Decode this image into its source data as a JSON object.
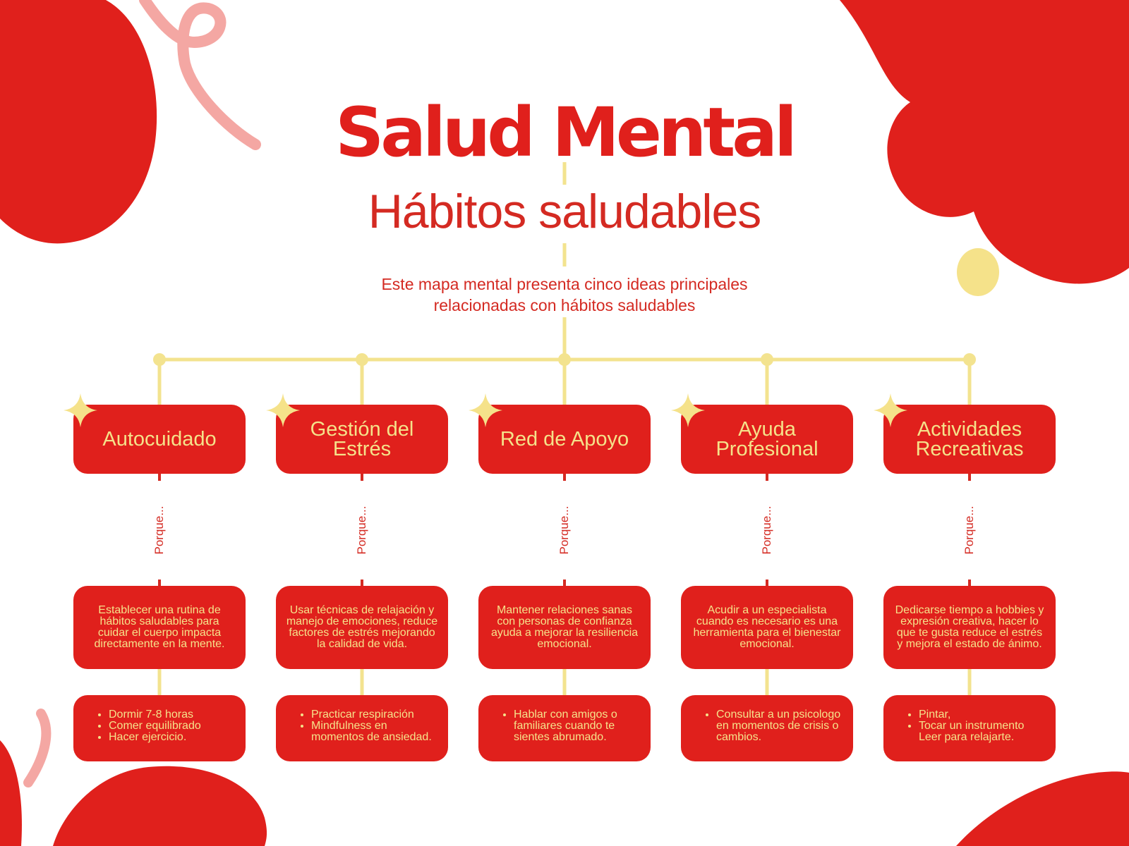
{
  "header": {
    "title": "Salud Mental",
    "subtitle": "Hábitos saludables",
    "intro_line1": "Este mapa mental presenta cinco ideas principales",
    "intro_line2": "relacionadas con hábitos saludables"
  },
  "colors": {
    "red": "#e0201c",
    "yellow": "#f5e28a",
    "connector": "#f3e38f",
    "pink": "#f4a7a3"
  },
  "branches": [
    {
      "title": "Autocuidado",
      "connector_label": "Porque...",
      "reason": "Establecer una rutina de hábitos saludables para cuidar el cuerpo impacta directamente en la mente.",
      "tips": [
        "Dormir 7-8 horas",
        "Comer equilibrado",
        "Hacer ejercicio."
      ]
    },
    {
      "title": "Gestión del Estrés",
      "connector_label": "Porque...",
      "reason": "Usar técnicas de relajación y manejo de emociones, reduce factores de estrés mejorando la calidad de vida.",
      "tips": [
        "Practicar respiración",
        "Mindfulness en momentos de ansiedad."
      ]
    },
    {
      "title": "Red de Apoyo",
      "connector_label": "Porque...",
      "reason": "Mantener relaciones sanas con personas de confianza ayuda a mejorar la resiliencia emocional.",
      "tips": [
        "Hablar con amigos o familiares cuando te sientes abrumado."
      ]
    },
    {
      "title": "Ayuda Profesional",
      "connector_label": "Porque...",
      "reason": "Acudir a un especialista cuando es necesario es una herramienta para el bienestar emocional.",
      "tips": [
        "Consultar a un psicologo en momentos de crisis o cambios."
      ]
    },
    {
      "title": "Actividades Recreativas",
      "connector_label": "Porque...",
      "reason": "Dedicarse tiempo a hobbies y expresión creativa, hacer lo que te gusta reduce el estrés y mejora el estado de ánimo.",
      "tips": [
        "Pintar,",
        "Tocar un instrumento Leer para relajarte."
      ]
    }
  ]
}
